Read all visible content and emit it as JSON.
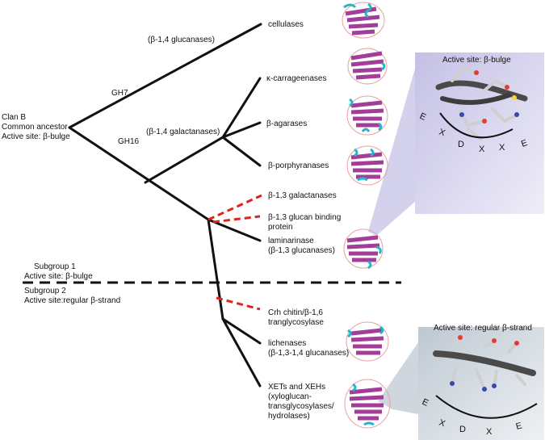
{
  "root": {
    "lines": [
      "Clan B",
      "Common ancestor",
      "Active site: β-bulge"
    ]
  },
  "branch_labels": {
    "gh7": "GH7",
    "gh16": "GH16",
    "glucanases": "(β-1,4 glucanases)",
    "galactanases": "(β-1,4 galactanases)"
  },
  "leaves": {
    "cellulases": [
      "cellulases"
    ],
    "carrageenases": [
      "κ-carrageenases"
    ],
    "agarases": [
      "β-agarases"
    ],
    "porphyranases": [
      "β-porphyranases"
    ],
    "galactanases_b13": [
      "β-1,3 galactanases"
    ],
    "glucan_binding": [
      "β-1,3 glucan binding",
      "protein"
    ],
    "laminarinase": [
      "laminarinase",
      "(β-1,3 glucanases)"
    ],
    "crh": [
      "Crh  chitin/β-1,6",
      "tranglycosylase"
    ],
    "lichenases": [
      "lichenases",
      "(β-1,3-1,4 glucanases)"
    ],
    "xets": [
      "XETs and XEHs",
      "(xyloglucan-",
      "transglycosylases/",
      "hydrolases)"
    ]
  },
  "subgroups": {
    "sg1": [
      "Subgroup 1",
      "Active site: β-bulge"
    ],
    "sg2": [
      "Subgroup 2",
      "Active site:regular β-strand"
    ]
  },
  "insets": {
    "top": {
      "title": "Active site: β-bulge",
      "letters": [
        "E",
        "X",
        "D",
        "X",
        "X",
        "E"
      ]
    },
    "bottom": {
      "title": "Active site: regular β-strand",
      "letters": [
        "E",
        "X",
        "D",
        "X",
        "E"
      ]
    }
  },
  "colors": {
    "tree": "#111111",
    "dashed": "#e0231b",
    "helix": "#a43d9a",
    "sheet_accent": "#27b5c8",
    "loop": "#e8a0a0",
    "inset_top_bg": "#c9c6e6",
    "inset_bottom_bg": "#c7cfd8"
  }
}
